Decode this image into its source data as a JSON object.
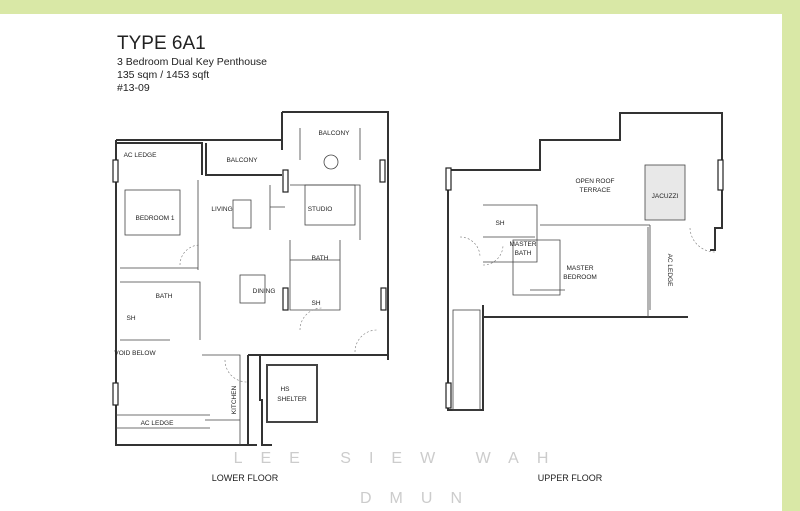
{
  "header": {
    "type": "TYPE 6A1",
    "description": "3 Bedroom Dual Key Penthouse",
    "area": "135 sqm / 1453 sqft",
    "unit": "#13-09"
  },
  "lower_floor": {
    "caption": "LOWER FLOOR",
    "rooms": {
      "ac_ledge_top": "AC LEDGE",
      "balcony_mid": "BALCONY",
      "balcony_studio": "BALCONY",
      "bedroom1": "BEDROOM 1",
      "living": "LIVING",
      "studio": "STUDIO",
      "bath_left": "BATH",
      "bath_studio": "BATH",
      "dining": "DINING",
      "sh_left": "SH",
      "sh_studio": "SH",
      "void": "VOID BELOW",
      "kitchen": "KITCHEN",
      "hs_shelter_1": "HS",
      "hs_shelter_2": "SHELTER",
      "ac_ledge_bottom": "AC LEDGE"
    }
  },
  "upper_floor": {
    "caption": "UPPER FLOOR",
    "rooms": {
      "terrace_1": "OPEN ROOF",
      "terrace_2": "TERRACE",
      "jacuzzi": "JACUZZI",
      "sh": "SH",
      "master_bath_1": "MASTER",
      "master_bath_2": "BATH",
      "master_bed_1": "MASTER",
      "master_bed_2": "BEDROOM",
      "ac_ledge": "AC LEDGE"
    }
  },
  "watermark": [
    "LEE SIEW WAH",
    "DMUN"
  ],
  "colors": {
    "border": "#d9e8a6"
  }
}
